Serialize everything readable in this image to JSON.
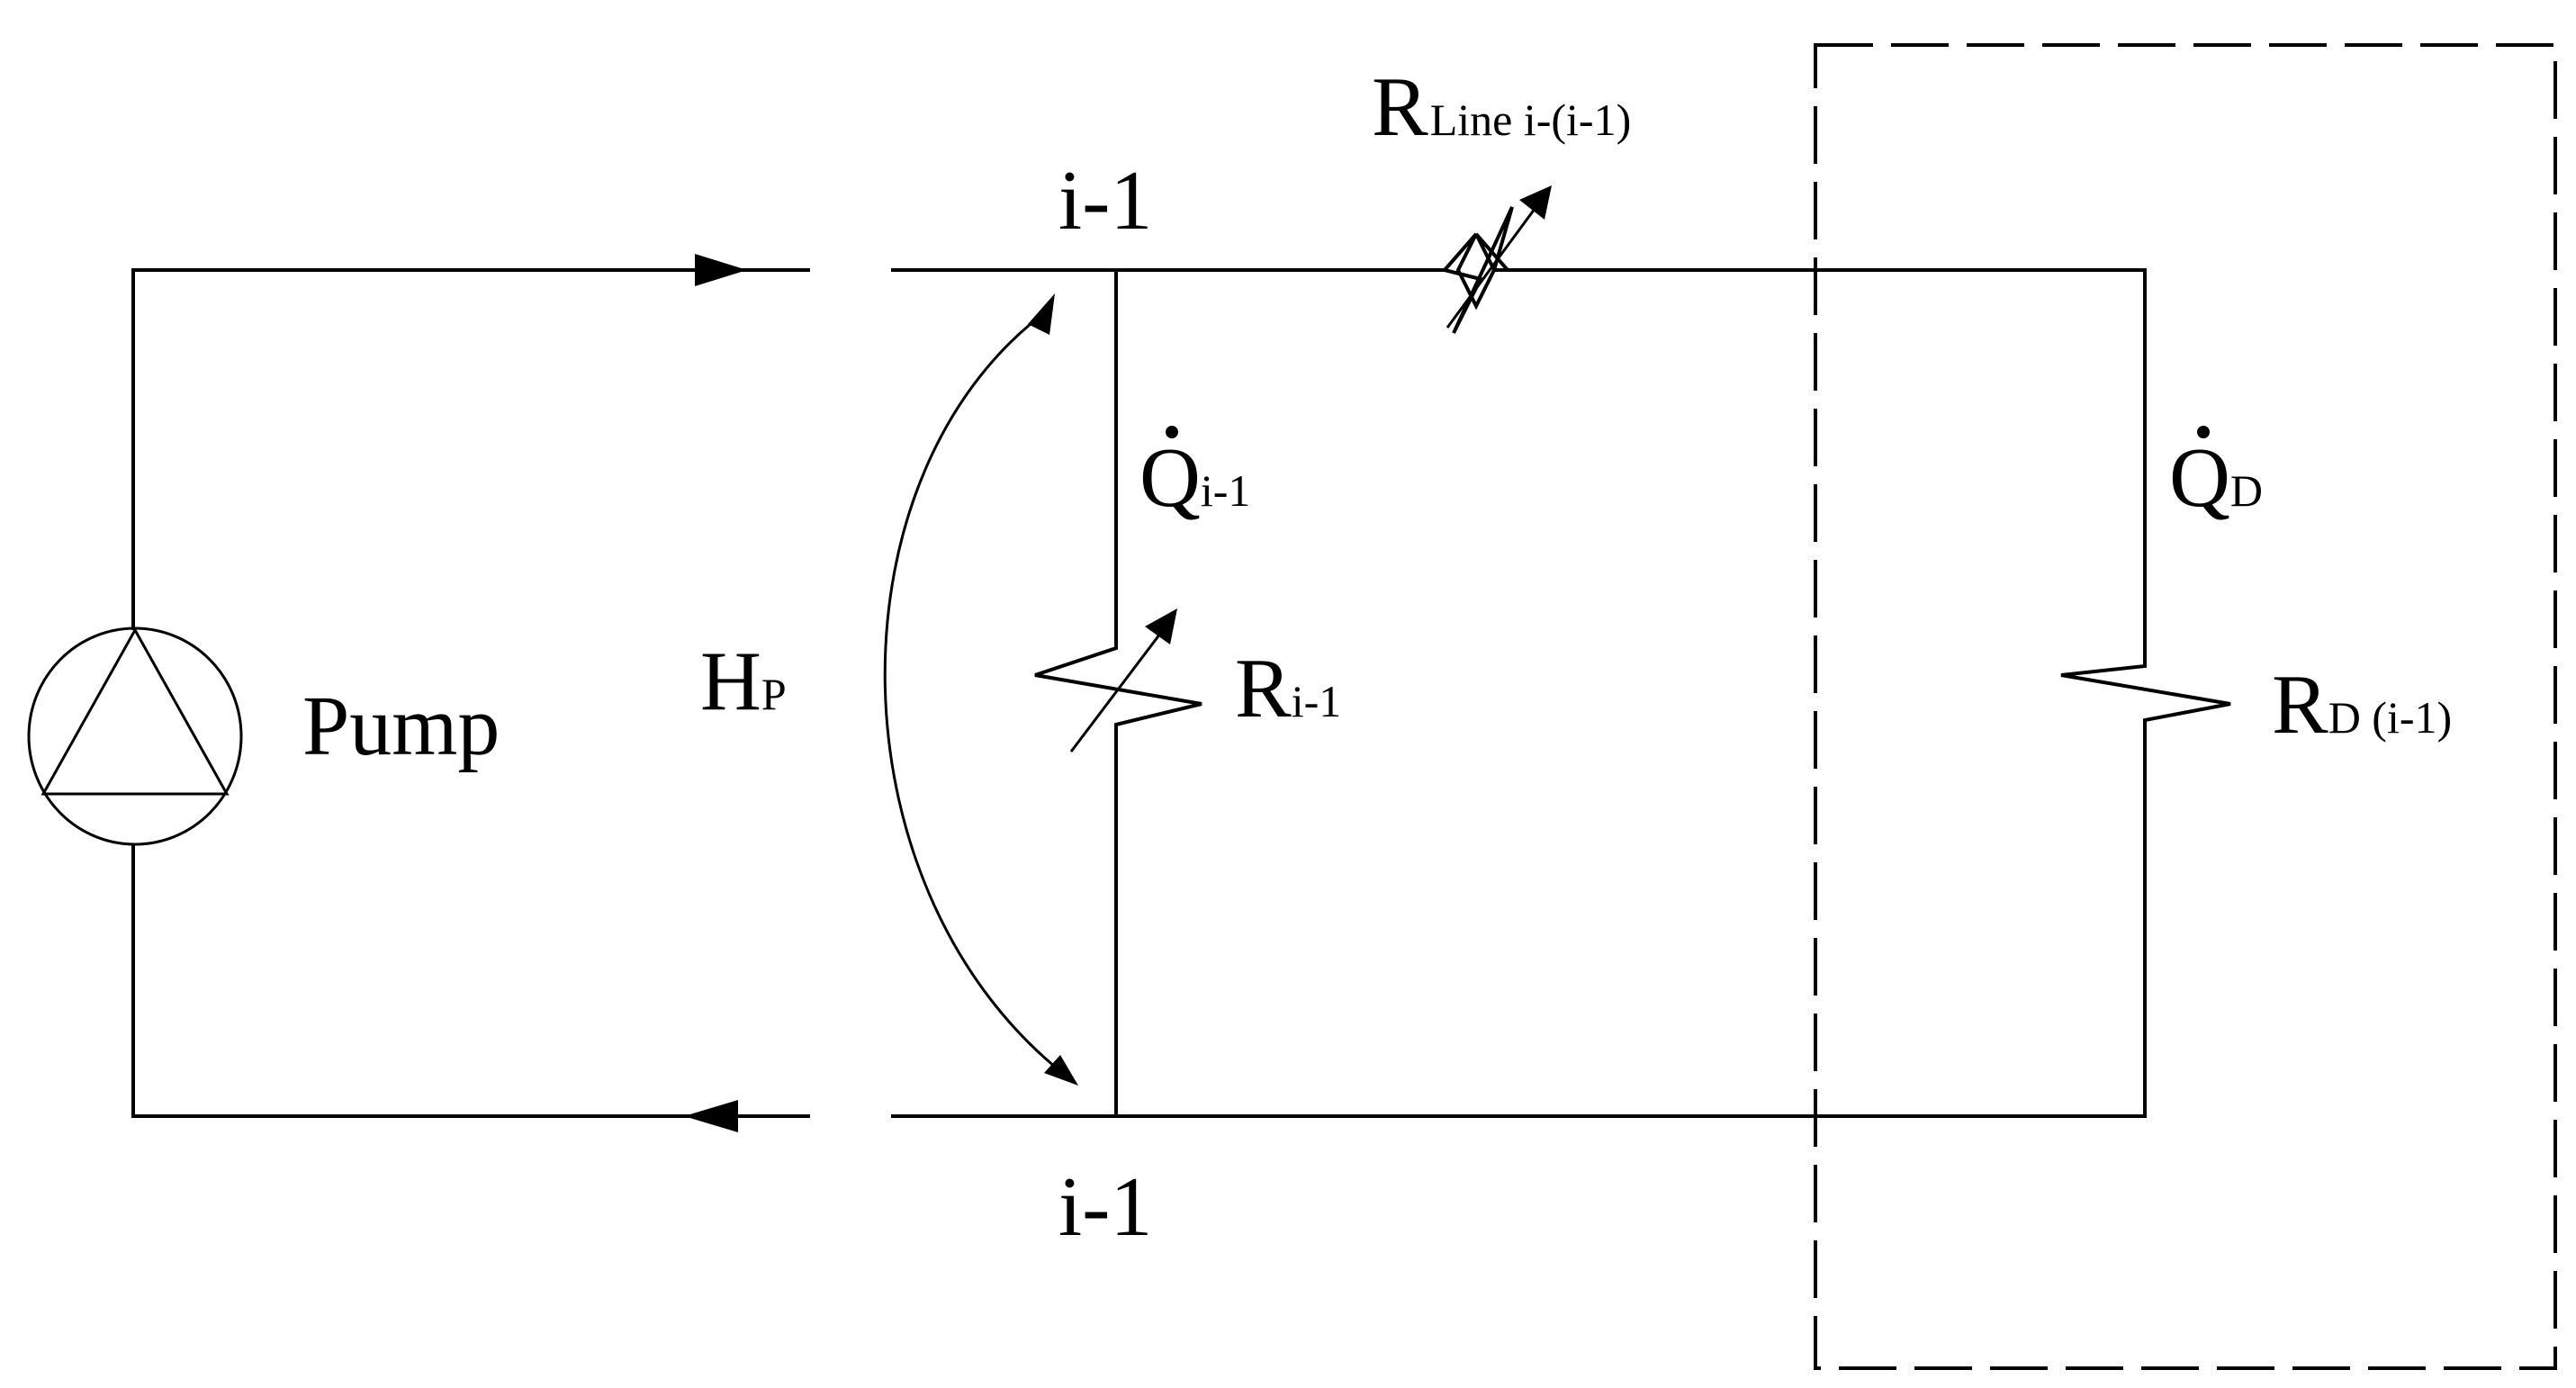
{
  "diagram": {
    "pump": {
      "label": "Pump"
    },
    "pump_head": {
      "symbol": "H",
      "subscript": "P"
    },
    "node_top": {
      "label": "i-1"
    },
    "node_bottom": {
      "label": "i-1"
    },
    "line_resistance": {
      "symbol": "R",
      "subscript": "Line i-(i-1)"
    },
    "branch_flow": {
      "symbol": "Q",
      "subscript": "i-1"
    },
    "branch_resistance": {
      "symbol": "R",
      "subscript": "i-1"
    },
    "downstream_flow": {
      "symbol": "Q",
      "subscript": "D"
    },
    "downstream_resistance": {
      "symbol": "R",
      "subscript": "D (i-1)"
    }
  }
}
